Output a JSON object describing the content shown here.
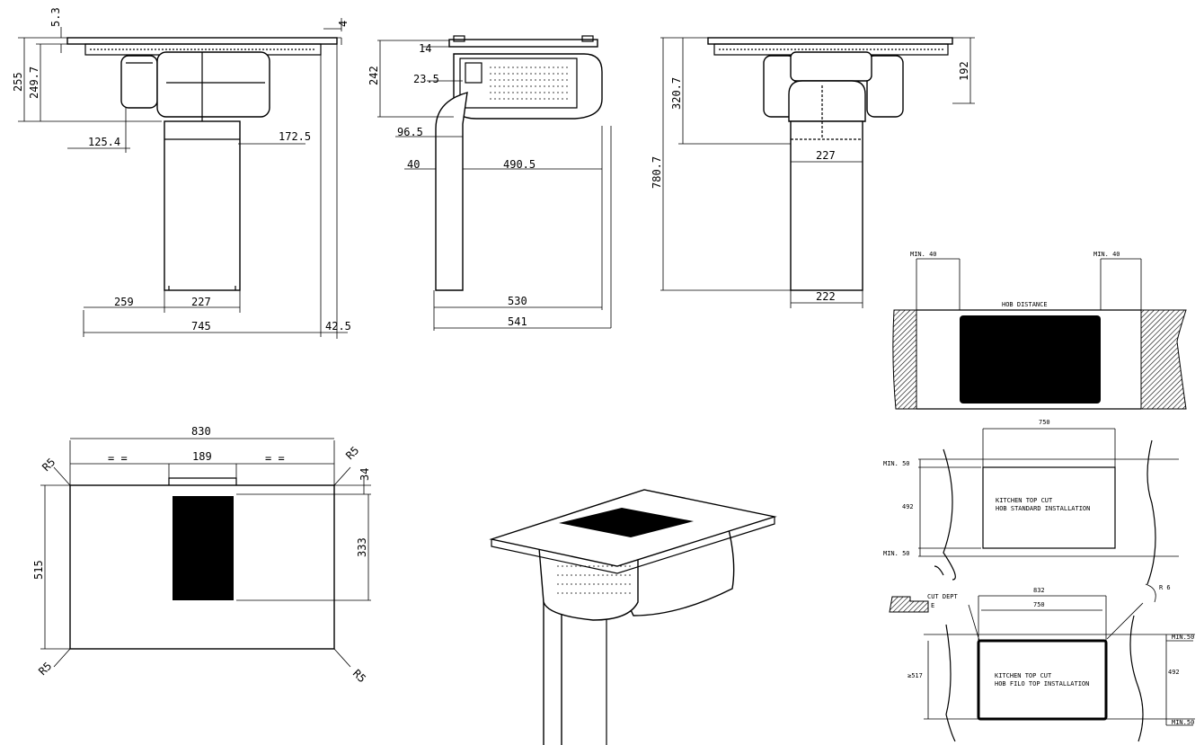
{
  "front_view": {
    "d255": "255",
    "d249_7": "249.7",
    "d5_3": "5.3",
    "d4": "4",
    "d125_4": "125.4",
    "d172_5": "172.5",
    "d259": "259",
    "d227": "227",
    "d745": "745",
    "d42_5": "42.5"
  },
  "side_view": {
    "d242": "242",
    "d14": "14",
    "d23_5": "23.5",
    "d96_5": "96.5",
    "d40": "40",
    "d490_5": "490.5",
    "d530": "530",
    "d541": "541"
  },
  "rear_view": {
    "d320_7": "320.7",
    "d780_7": "780.7",
    "d192": "192",
    "d227": "227",
    "d222": "222"
  },
  "top_view": {
    "d830": "830",
    "d189": "189",
    "d515": "515",
    "d333": "333",
    "d34": "34",
    "radius": "R5",
    "equal": "=  ="
  },
  "hob_distance": {
    "min40_left": "MIN. 40",
    "min40_right": "MIN. 40",
    "title": "HOB DISTANCE"
  },
  "standard_install": {
    "width": "750",
    "min50_top": "MIN. 50",
    "depth": "492",
    "min50_bottom": "MIN. 50",
    "line1": "KITCHEN TOP CUT",
    "line2": "HOB STANDARD INSTALLATION"
  },
  "filo_top_install": {
    "outer_width": "832",
    "inner_width": "750",
    "cut_depth_1": "CUT DEPT",
    "cut_depth_2": "E",
    "radius": "R 6",
    "min50_top": "MIN.50",
    "depth": "492",
    "min50_bottom": "MIN.50",
    "outer_depth": "≥517",
    "line1": "KITCHEN TOP CUT",
    "line2": "HOB FILO TOP INSTALLATION"
  }
}
